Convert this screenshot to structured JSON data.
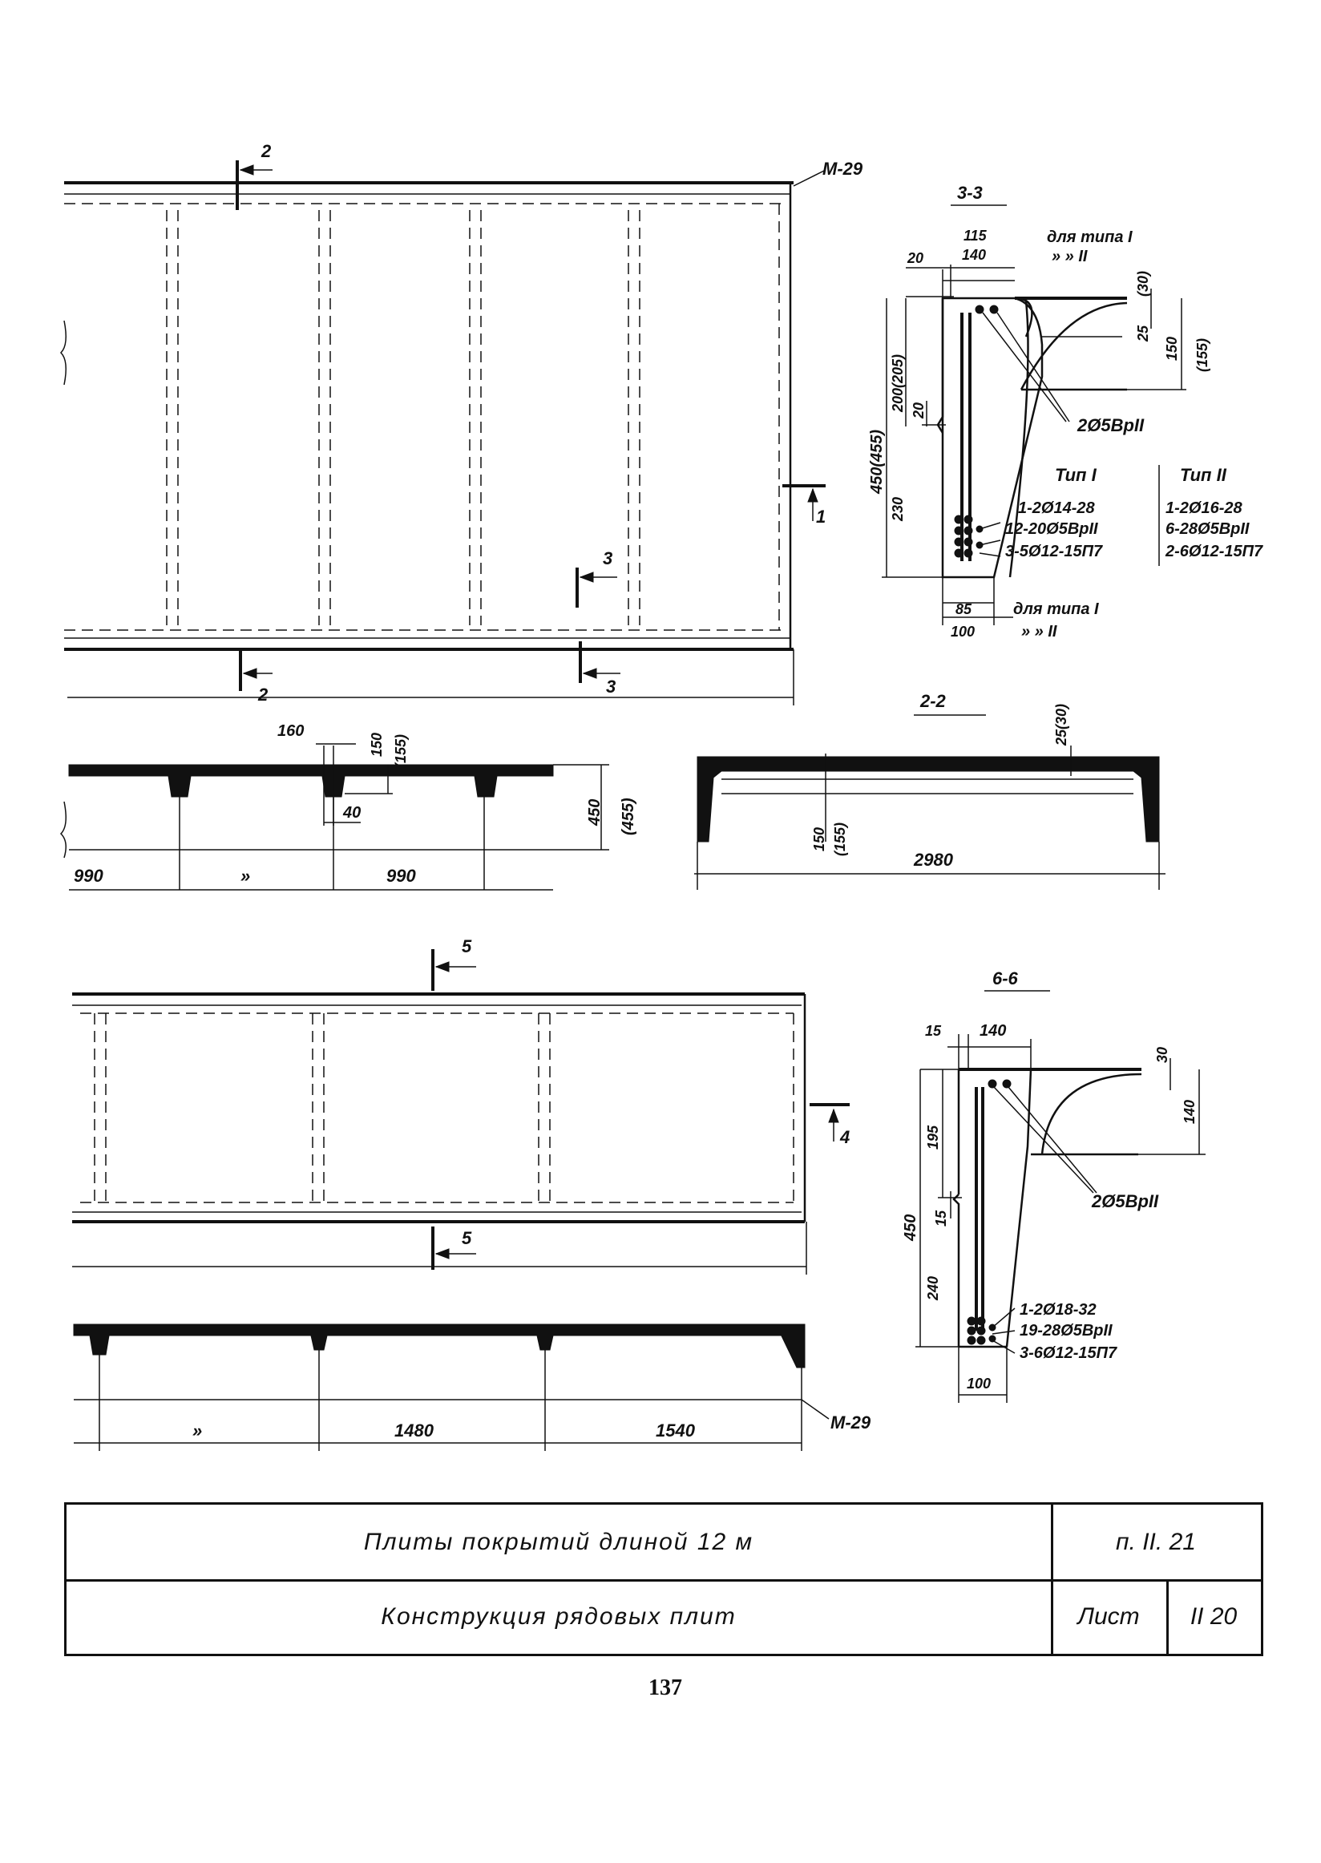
{
  "plan_top": {
    "section_mark_2": "2",
    "section_mark_1": "1",
    "section_mark_3": "3",
    "node_label": "М-29"
  },
  "section_3_3": {
    "title": "3-3",
    "dims": {
      "top_115": "115",
      "top_140": "140",
      "top_20": "20",
      "h_450": "450(455)",
      "h_200": "200(205)",
      "h_20": "20",
      "h_230": "230",
      "r_30": "(30)",
      "r_25": "25",
      "r_150": "150",
      "r_155": "(155)",
      "b_85": "85",
      "b_100": "100"
    },
    "note_top_1": "для типа I",
    "note_top_2": "»   »   II",
    "rebar_top": "2Ø5ВрII",
    "type1_header": "Тип I",
    "type2_header": "Тип II",
    "type1_lines": [
      "1-2Ø14-28",
      "12-20Ø5ВрII",
      "3-5Ø12-15П7"
    ],
    "type2_lines": [
      "1-2Ø16-28",
      "6-28Ø5ВрII",
      "2-6Ø12-15П7"
    ],
    "note_bottom_1": "для типа I",
    "note_bottom_2": "»   »   II"
  },
  "long_section_top": {
    "d_160": "160",
    "d_150": "150",
    "d_155": "(155)",
    "d_40": "40",
    "d_450": "450",
    "d_455": "(455)",
    "span_1": "990",
    "span_2": "»",
    "span_3": "990"
  },
  "section_2_2": {
    "title": "2-2",
    "d_25": "25(30)",
    "d_150": "150",
    "d_155": "(155)",
    "width": "2980"
  },
  "plan_bottom": {
    "section_mark_5": "5",
    "section_mark_4": "4"
  },
  "section_6_6": {
    "title": "6-6",
    "dims": {
      "top_15": "15",
      "top_140": "140",
      "r_30": "30",
      "r_140": "140",
      "h_450": "450",
      "h_195": "195",
      "h_15": "15",
      "h_240": "240",
      "b_100": "100"
    },
    "rebar_top": "2Ø5ВрII",
    "rebar_lines": [
      "1-2Ø18-32",
      "19-28Ø5ВрII",
      "3-6Ø12-15П7"
    ]
  },
  "long_section_bottom": {
    "span_1": "»",
    "span_2": "1480",
    "span_3": "1540",
    "node_label": "М-29"
  },
  "title_block": {
    "row1_title": "Плиты покрытий длиной 12 м",
    "row1_code": "п. II. 21",
    "row2_title": "Конструкция рядовых плит",
    "row2_sheet_label": "Лист",
    "row2_sheet_no": "II 20"
  },
  "page_number": "137"
}
